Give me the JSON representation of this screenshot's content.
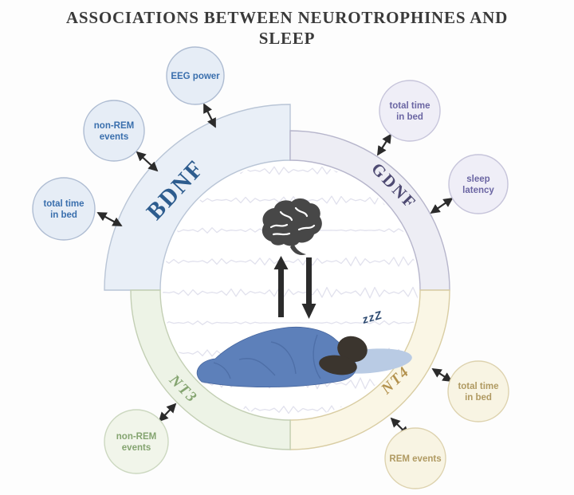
{
  "title": {
    "line1": "ASSOCIATIONS BETWEEN NEUROTROPHINES AND",
    "line2": "SLEEP"
  },
  "segments": {
    "bdnf": {
      "label": "BDNF",
      "arc_fill": "#e9eff7",
      "arc_stroke": "#b9c5d6",
      "label_color": "#2d5c8e"
    },
    "gdnf": {
      "label": "GDNF",
      "arc_fill": "#ededf4",
      "arc_stroke": "#b6b5cb",
      "label_color": "#4e4a72"
    },
    "nt3": {
      "label": "NT3",
      "arc_fill": "#edf3e6",
      "arc_stroke": "#c3cfb4",
      "label_color": "#84a470"
    },
    "nt4": {
      "label": "NT4",
      "arc_fill": "#faf6e5",
      "arc_stroke": "#d9cda3",
      "label_color": "#b3924e"
    }
  },
  "bubbles": [
    {
      "line1": "EEG power",
      "line2": "",
      "segment": "BDNF",
      "fill": "#e6edf6",
      "stroke": "#aebcd2",
      "text_color": "#3a6fad"
    },
    {
      "line1": "non-REM",
      "line2": "events",
      "segment": "BDNF",
      "fill": "#e6edf6",
      "stroke": "#aebcd2",
      "text_color": "#3a6fad"
    },
    {
      "line1": "total time",
      "line2": "in bed",
      "segment": "BDNF",
      "fill": "#e6edf6",
      "stroke": "#aebcd2",
      "text_color": "#3a6fad"
    },
    {
      "line1": "total time",
      "line2": "in bed",
      "segment": "GDNF",
      "fill": "#efeef7",
      "stroke": "#c6c4da",
      "text_color": "#6b66a3"
    },
    {
      "line1": "sleep",
      "line2": "latency",
      "segment": "GDNF",
      "fill": "#efeef7",
      "stroke": "#c6c4da",
      "text_color": "#6b66a3"
    },
    {
      "line1": "total time",
      "line2": "in bed",
      "segment": "NT4",
      "fill": "#f8f4e3",
      "stroke": "#ddd2ae",
      "text_color": "#b09a62"
    },
    {
      "line1": "REM events",
      "line2": "",
      "segment": "NT4",
      "fill": "#f8f4e3",
      "stroke": "#ddd2ae",
      "text_color": "#b09a62"
    },
    {
      "line1": "non-REM",
      "line2": "events",
      "segment": "NT3",
      "fill": "#f1f5ea",
      "stroke": "#ccd8c0",
      "text_color": "#84a470"
    }
  ],
  "center_scene": {
    "zzz": "zzZ",
    "icons": [
      "brain-icon",
      "up-arrow-icon",
      "down-arrow-icon",
      "sleeping-person-illustration",
      "eeg-wave-lines"
    ]
  },
  "art": {
    "arrow_color": "#2b2b2b",
    "brain_color": "#474747",
    "wave_color": "#e1e1ed",
    "blanket_color": "#5d80ba",
    "blanket_fold_color": "#47669e",
    "pillow_color": "#b9cbe4",
    "skin_color": "#3b352e",
    "zzz_color": "#2d4a70",
    "title_color": "#3a3a3a",
    "background": "#fdfdfd"
  }
}
